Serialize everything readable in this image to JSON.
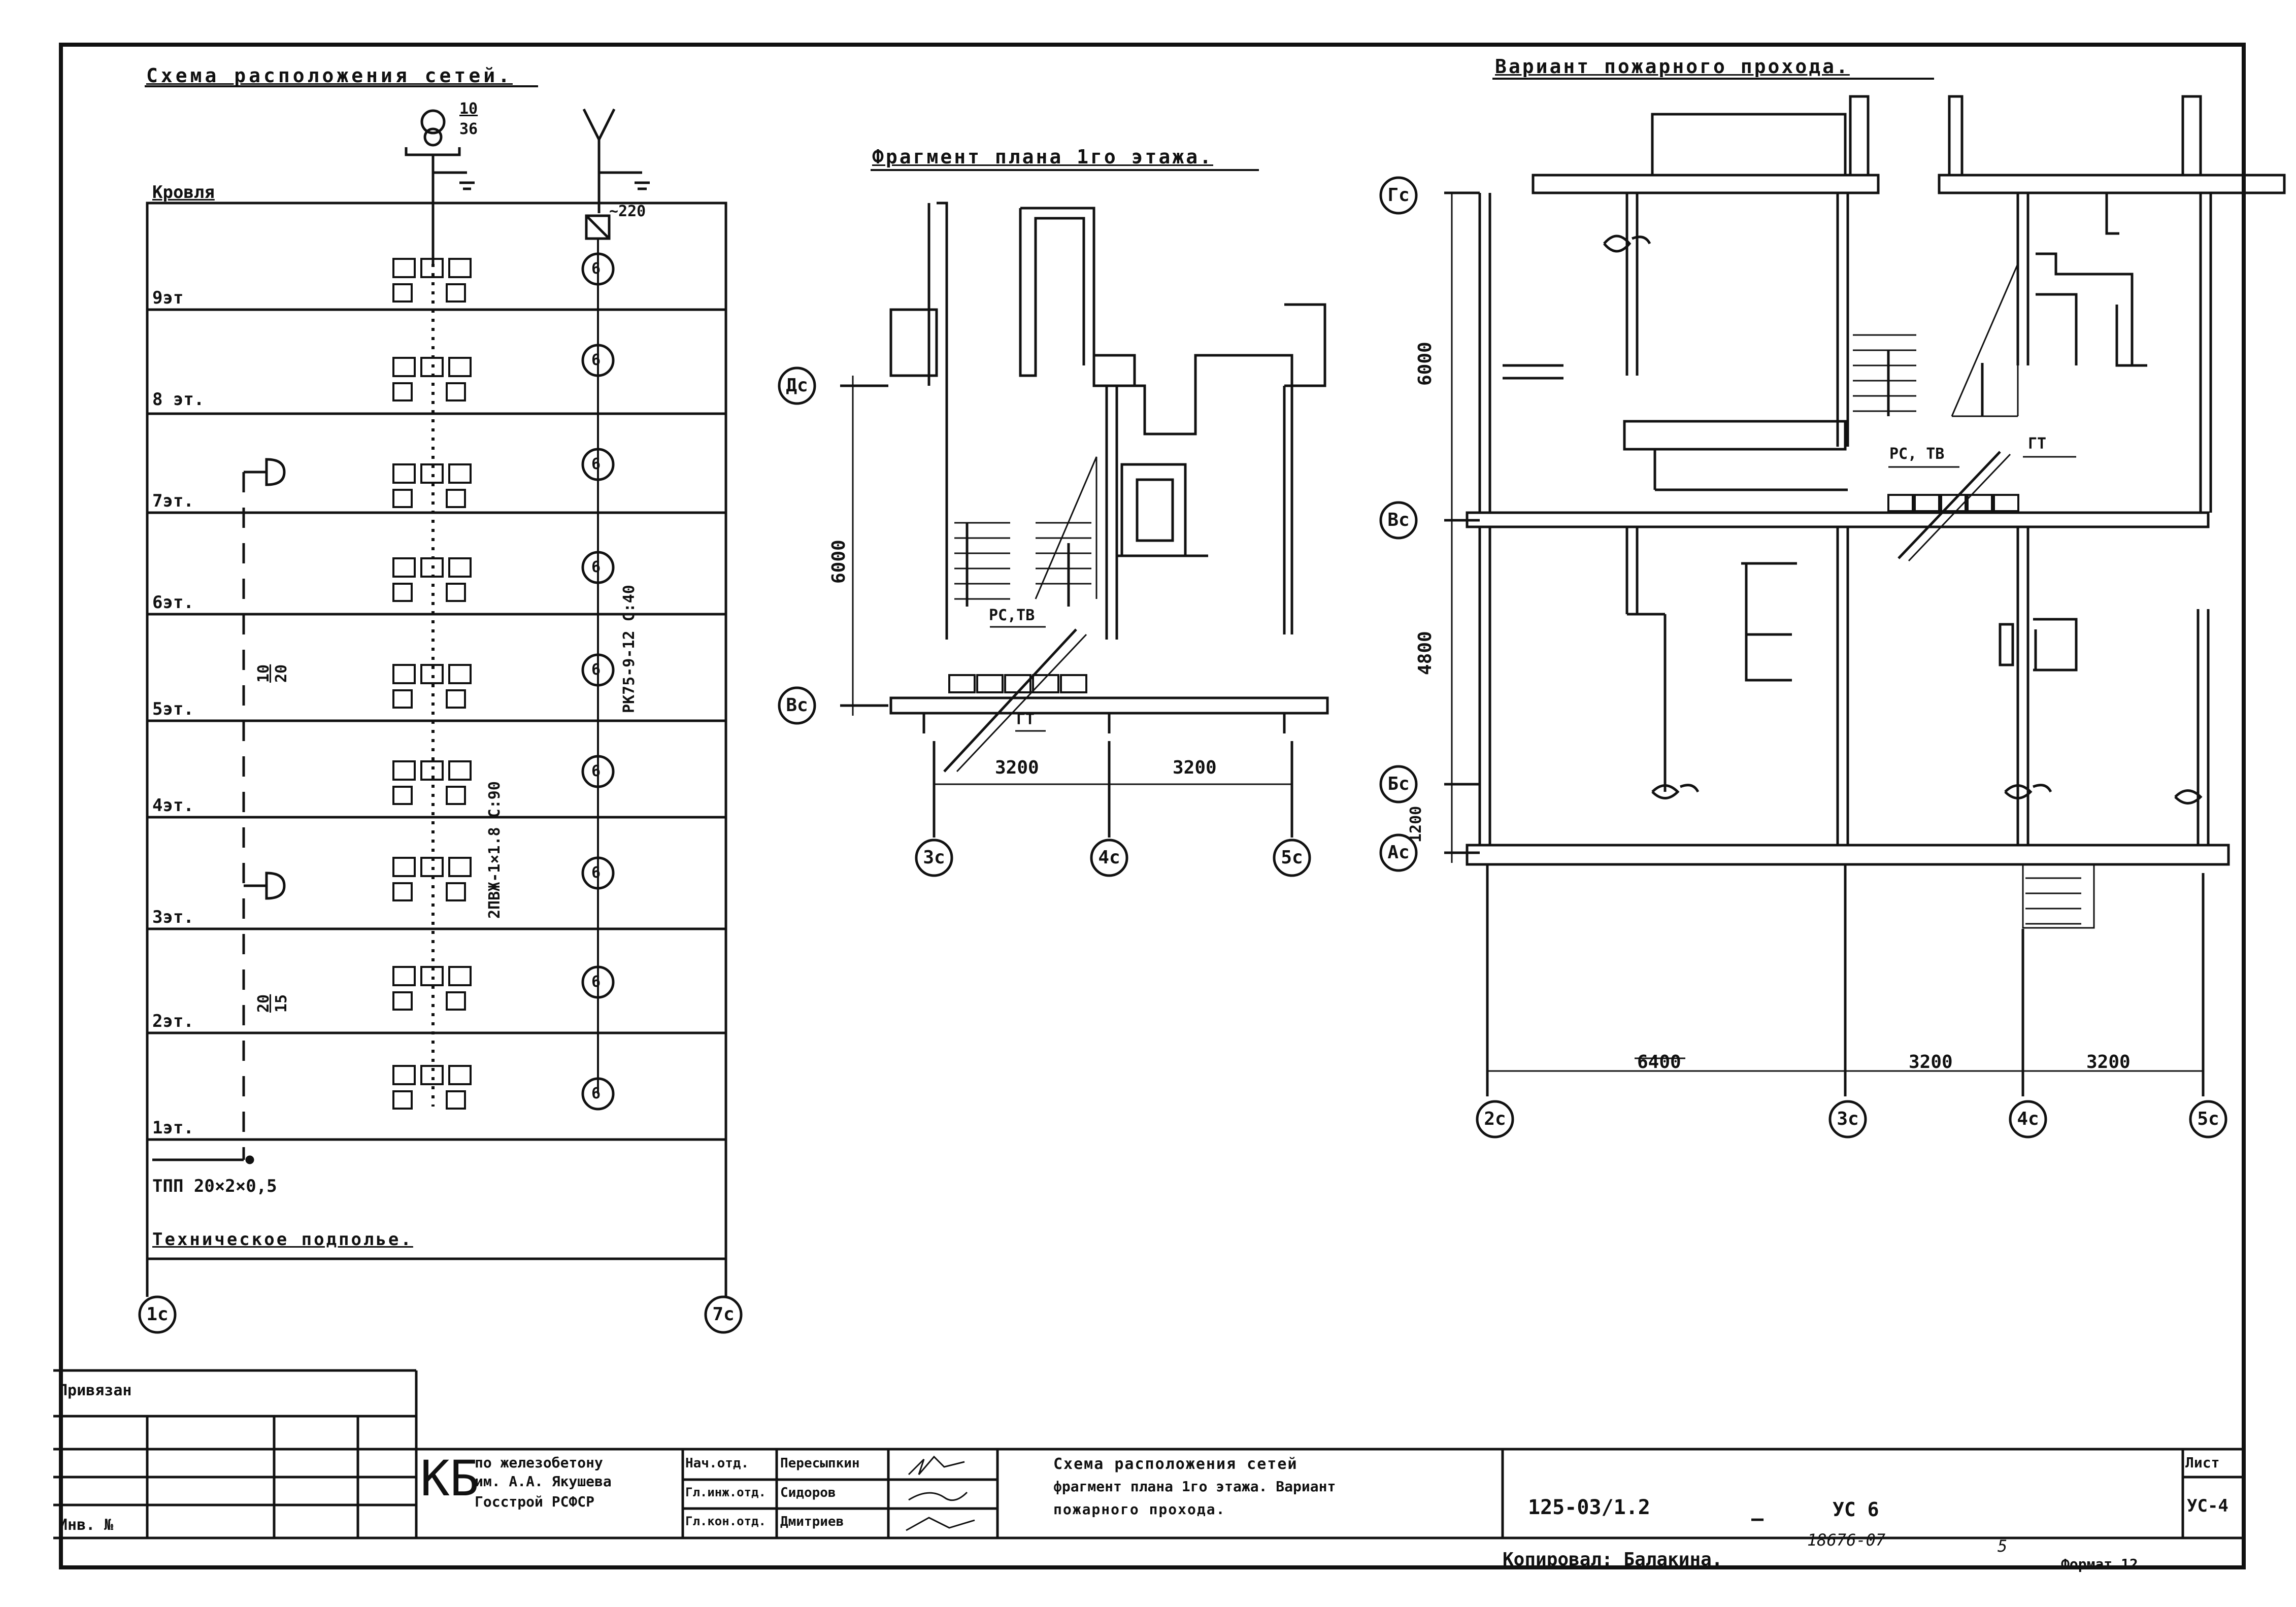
{
  "network_scheme": {
    "title": "Схема расположения сетей.",
    "transformer": {
      "top": "10",
      "bottom": "36"
    },
    "roof_label": "Кровля",
    "voltage": "~220",
    "floors": [
      "9эт",
      "8 эт.",
      "7эт.",
      "6эт.",
      "5эт.",
      "4эт.",
      "3эт.",
      "2эт.",
      "1эт."
    ],
    "outlet_symbol": "6",
    "cable_upper_fraction": {
      "top": "10",
      "bottom": "20"
    },
    "cable_lower_fraction": {
      "top": "20",
      "bottom": "15"
    },
    "cable_rk": "РК75-9-12  С:40",
    "cable_pv": "2ПВЖ-1×1.8  С:90",
    "tpp": "ТПП 20×2×0,5",
    "basement": "Техническое подполье.",
    "axes": [
      "1с",
      "7с"
    ]
  },
  "fragment_plan": {
    "title": "Фрагмент плана 1го этажа.",
    "label_rs_tv": "РС,ТВ",
    "label_gt": "ГТ",
    "dim_vertical": "6000",
    "dims": [
      "3200",
      "3200"
    ],
    "axes_left": [
      "Дс",
      "Вс"
    ],
    "axes_bottom": [
      "3с",
      "4с",
      "5с"
    ]
  },
  "fire_passage": {
    "title": "Вариант пожарного прохода.",
    "label_rs_tv": "РС, ТВ",
    "label_gt": "ГТ",
    "dims_vertical": [
      "6000",
      "4800",
      "1200"
    ],
    "dims_horizontal": [
      "6400",
      "3200",
      "3200"
    ],
    "axes_left": [
      "Гс",
      "Вс",
      "Бс",
      "Ас"
    ],
    "axes_bottom": [
      "2с",
      "3с",
      "4с",
      "5с"
    ]
  },
  "title_block": {
    "privyazan": "Привязан",
    "inv": "Инв. №",
    "org_kb": "КБ",
    "org_line1": "по железобетону",
    "org_line2": "им. А.А. Якушева",
    "org_line3": "Госстрой РСФСР",
    "roles": [
      {
        "role": "Нач.отд.",
        "name": "Пересыпкин"
      },
      {
        "role": "Гл.инж.отд.",
        "name": "Сидоров"
      },
      {
        "role": "Гл.кон.отд.",
        "name": "Дмитриев"
      }
    ],
    "sheet_title_line1": "Схема расположения сетей",
    "sheet_title_line2": "фрагмент плана 1го этажа. Вариант",
    "sheet_title_line3": "пожарного прохода.",
    "code": "125-03/1.2",
    "series": "УС 6",
    "list_label": "Лист",
    "list_value": "УС-4",
    "copied": "Копировал: Балакина.",
    "number": "18676-07",
    "num_small": "5",
    "format": "Формат 12"
  },
  "colors": {
    "ink": "#111111",
    "paper": "#ffffff"
  }
}
